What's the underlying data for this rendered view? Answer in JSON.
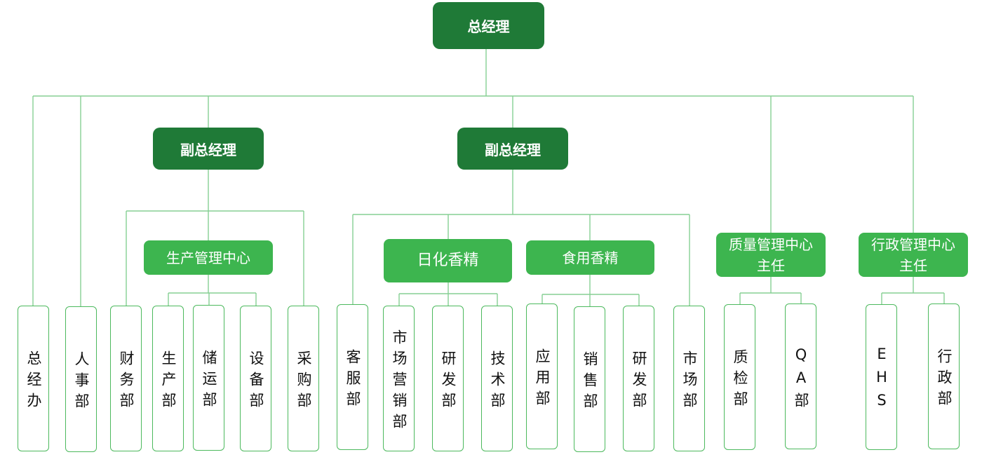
{
  "general_manager": {
    "label": "总经理"
  },
  "vice_gm_1": {
    "label": "副总经理"
  },
  "vice_gm_2": {
    "label": "副总经理"
  },
  "production_center": {
    "label": "生产管理中心"
  },
  "daily_flavor": {
    "label": "日化香精"
  },
  "food_flavor": {
    "label": "食用香精"
  },
  "quality_center": {
    "line1": "质量管理中心",
    "line2": "主任"
  },
  "admin_center": {
    "line1": "行政管理中心",
    "line2": "主任"
  },
  "departments": {
    "gm_office": "总经办",
    "hr": "人事部",
    "finance": "财务部",
    "production": "生产部",
    "logistics": "储运部",
    "equipment": "设备部",
    "purchasing": "采购部",
    "customer_service": "客服部",
    "daily_marketing": "市场营销部",
    "daily_rnd": "研发部",
    "daily_tech": "技术部",
    "food_application": "应用部",
    "food_sales": "销售部",
    "food_rnd": "研发部",
    "marketing": "市场部",
    "qc": "质检部",
    "qa": "QA部",
    "ehs": "EHS",
    "admin": "行政部"
  },
  "colors": {
    "executive": "#1f7a37",
    "center": "#3db54f",
    "connector": "#86cf93",
    "department_border": "#4cb95d"
  }
}
